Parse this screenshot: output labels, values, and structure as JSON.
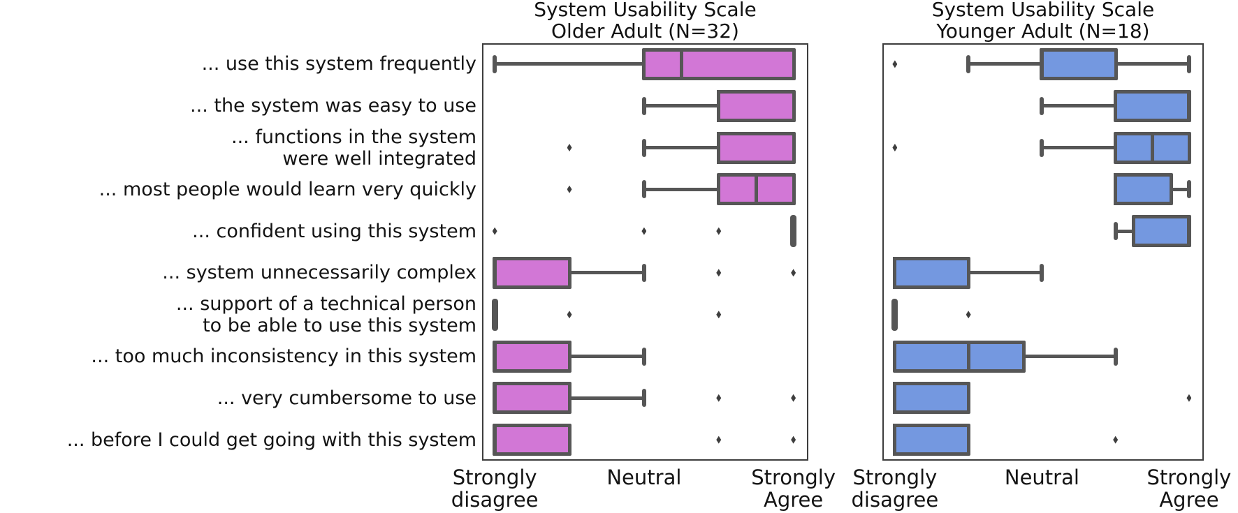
{
  "chart_data": {
    "type": "boxplot",
    "orientation": "horizontal",
    "scale": {
      "value_min": 1,
      "value_max": 5,
      "axis_min": 0.83,
      "axis_max": 5.2,
      "grid": false,
      "ticks": [
        {
          "value": 1,
          "lines": [
            "Strongly",
            "disagree"
          ]
        },
        {
          "value": 3,
          "lines": [
            "Neutral"
          ]
        },
        {
          "value": 5,
          "lines": [
            "Strongly",
            "Agree"
          ]
        }
      ]
    },
    "categories": [
      [
        "... use this system frequently"
      ],
      [
        "... the system was easy to use"
      ],
      [
        "... functions in the system",
        "were well integrated"
      ],
      [
        "... most people would learn very quickly"
      ],
      [
        "... confident using this system"
      ],
      [
        "... system unnecessarily complex"
      ],
      [
        "... support of a technical person",
        "to be able to use this system"
      ],
      [
        "... too much inconsistency in this system"
      ],
      [
        "... very cumbersome to use"
      ],
      [
        "... before I could get going with this system"
      ]
    ],
    "series": [
      {
        "name": "Older Adult (N=32)",
        "title_lines": [
          "System Usability Scale",
          "Older Adult (N=32)"
        ],
        "box_fill_color": "#d277d6",
        "element_color": "#565656",
        "boxes": [
          {
            "whisker_low": 1,
            "q1": 3,
            "median": 3.5,
            "q3": 5,
            "whisker_high": 5,
            "outliers": []
          },
          {
            "whisker_low": 3,
            "q1": 4,
            "median": 4,
            "q3": 5,
            "whisker_high": 5,
            "outliers": []
          },
          {
            "whisker_low": 3,
            "q1": 4,
            "median": 4,
            "q3": 5,
            "whisker_high": 5,
            "outliers": [
              2
            ]
          },
          {
            "whisker_low": 3,
            "q1": 4,
            "median": 4.5,
            "q3": 5,
            "whisker_high": 5,
            "outliers": [
              2
            ]
          },
          {
            "whisker_low": 5,
            "q1": 5,
            "median": 5,
            "q3": 5,
            "whisker_high": 5,
            "outliers": [
              1,
              3,
              4
            ]
          },
          {
            "whisker_low": 1,
            "q1": 1,
            "median": 1,
            "q3": 2,
            "whisker_high": 3,
            "outliers": [
              4,
              5
            ]
          },
          {
            "whisker_low": 1,
            "q1": 1,
            "median": 1,
            "q3": 1,
            "whisker_high": 1,
            "outliers": [
              2,
              4
            ]
          },
          {
            "whisker_low": 1,
            "q1": 1,
            "median": 1,
            "q3": 2,
            "whisker_high": 3,
            "outliers": []
          },
          {
            "whisker_low": 1,
            "q1": 1,
            "median": 1,
            "q3": 2,
            "whisker_high": 3,
            "outliers": [
              4,
              5
            ]
          },
          {
            "whisker_low": 1,
            "q1": 1,
            "median": 1,
            "q3": 2,
            "whisker_high": 2,
            "outliers": [
              4,
              5
            ]
          }
        ]
      },
      {
        "name": "Younger Adult (N=18)",
        "title_lines": [
          "System Usability Scale",
          "Younger Adult (N=18)"
        ],
        "box_fill_color": "#7498e0",
        "element_color": "#565656",
        "boxes": [
          {
            "whisker_low": 2,
            "q1": 3,
            "median": 3,
            "q3": 4,
            "whisker_high": 5,
            "outliers": [
              1
            ]
          },
          {
            "whisker_low": 3,
            "q1": 4,
            "median": 5,
            "q3": 5,
            "whisker_high": 5,
            "outliers": []
          },
          {
            "whisker_low": 3,
            "q1": 4,
            "median": 4.5,
            "q3": 5,
            "whisker_high": 5,
            "outliers": [
              1
            ]
          },
          {
            "whisker_low": 4,
            "q1": 4,
            "median": 4,
            "q3": 4.75,
            "whisker_high": 5,
            "outliers": []
          },
          {
            "whisker_low": 4,
            "q1": 4.25,
            "median": 5,
            "q3": 5,
            "whisker_high": 5,
            "outliers": []
          },
          {
            "whisker_low": 1,
            "q1": 1,
            "median": 1,
            "q3": 2,
            "whisker_high": 3,
            "outliers": []
          },
          {
            "whisker_low": 1,
            "q1": 1,
            "median": 1,
            "q3": 1,
            "whisker_high": 1,
            "outliers": [
              2
            ]
          },
          {
            "whisker_low": 1,
            "q1": 1,
            "median": 2,
            "q3": 2.75,
            "whisker_high": 4,
            "outliers": []
          },
          {
            "whisker_low": 1,
            "q1": 1,
            "median": 1,
            "q3": 2,
            "whisker_high": 2,
            "outliers": [
              5
            ]
          },
          {
            "whisker_low": 1,
            "q1": 1,
            "median": 1,
            "q3": 2,
            "whisker_high": 2,
            "outliers": [
              4
            ]
          }
        ]
      }
    ]
  }
}
